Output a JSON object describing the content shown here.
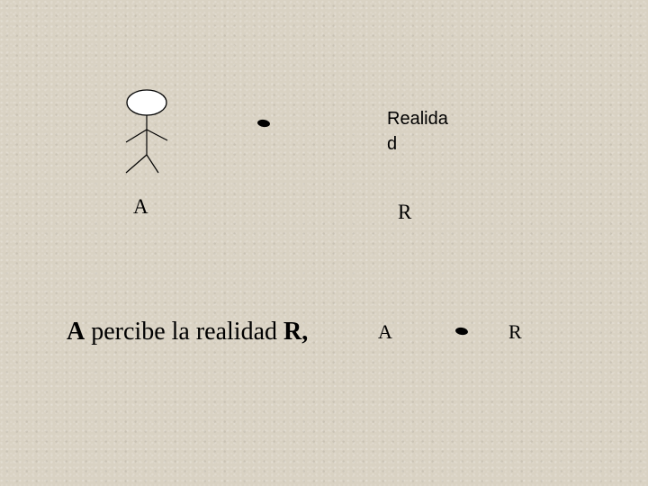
{
  "diagram": {
    "reality_label": "Realida\nd",
    "observer_label": "A",
    "reality_letter": "R"
  },
  "caption": {
    "subject": "A",
    "verb_phrase": " percibe la realidad ",
    "object": "R,"
  },
  "relation": {
    "left": "A",
    "right": "R"
  }
}
